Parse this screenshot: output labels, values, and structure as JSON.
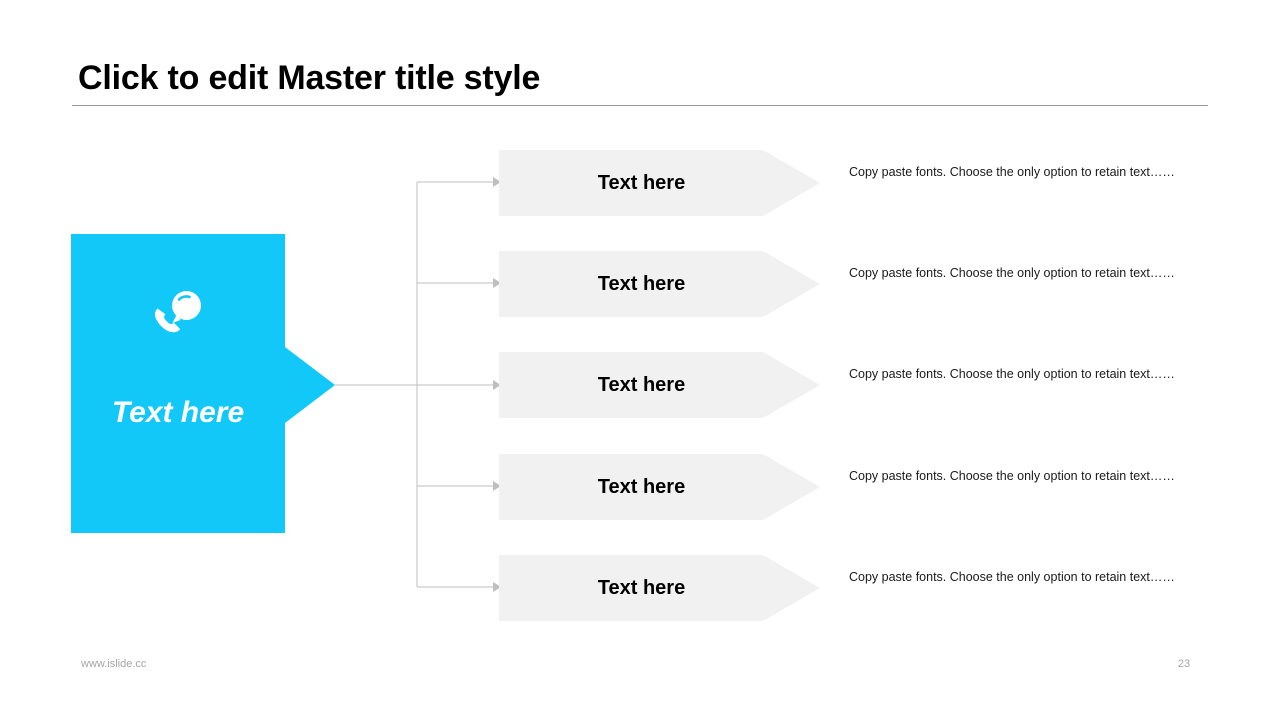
{
  "slide": {
    "title": "Click to edit Master title style",
    "accent_color": "#12c8f8",
    "shape_fill": "#f1f1f1",
    "connector_color": "#bfbfbf"
  },
  "left_panel": {
    "icon": "phone-support-icon",
    "label": "Text here"
  },
  "rows": [
    {
      "label": "Text here",
      "description": "Copy paste fonts. Choose the only option to retain text……"
    },
    {
      "label": "Text here",
      "description": "Copy paste fonts. Choose the only option to retain text……"
    },
    {
      "label": "Text here",
      "description": "Copy paste fonts. Choose the only option to retain text……"
    },
    {
      "label": "Text here",
      "description": "Copy paste fonts. Choose the only option to retain text……"
    },
    {
      "label": "Text here",
      "description": "Copy paste fonts. Choose the only option to retain text……"
    }
  ],
  "footer": {
    "url": "www.islide.cc",
    "page_number": "23"
  }
}
